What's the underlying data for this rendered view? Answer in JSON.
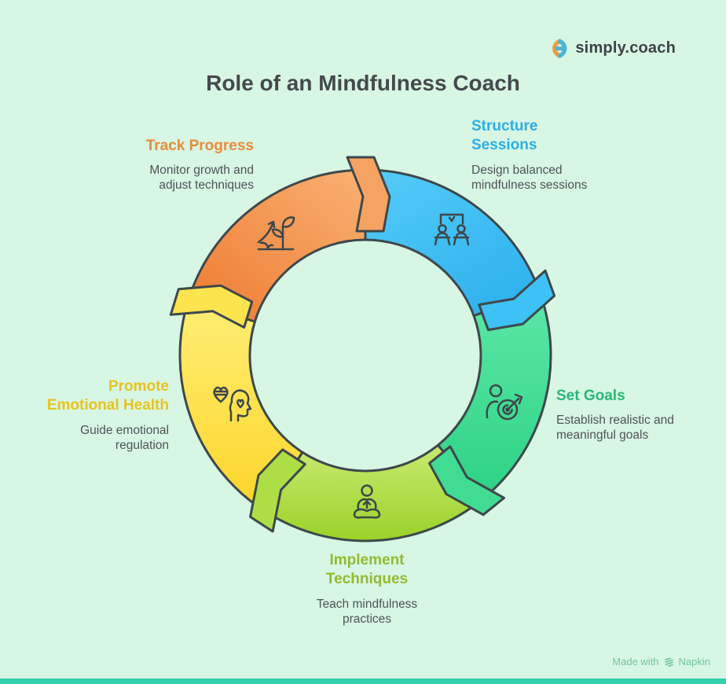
{
  "page": {
    "background_color": "#d7f6e4",
    "bottom_bar_color": "#35cfad",
    "outline_color": "#3e484b"
  },
  "brand": {
    "name": "simply.coach",
    "icon_colors": {
      "left": "#f59a43",
      "right": "#4ab5d8"
    }
  },
  "title": "Role of an Mindfulness Coach",
  "steps": [
    {
      "id": "track-progress",
      "label_lines": [
        "Track Progress"
      ],
      "desc_lines": [
        "Monitor growth and",
        "adjust techniques"
      ],
      "label_color": "#e78c3c",
      "segment_gradient": [
        "#ed7a30",
        "#f9b173"
      ],
      "tab_color": "#f4a362",
      "icon": "growth-icon"
    },
    {
      "id": "structure-sessions",
      "label_lines": [
        "Structure",
        "Sessions"
      ],
      "desc_lines": [
        "Design balanced",
        "mindfulness sessions"
      ],
      "label_color": "#2aafe9",
      "segment_gradient": [
        "#55ccf8",
        "#2fb2ee"
      ],
      "tab_color": "#3ec1f4",
      "icon": "group-session-icon"
    },
    {
      "id": "set-goals",
      "label_lines": [
        "Set Goals"
      ],
      "desc_lines": [
        "Establish realistic and",
        "meaningful goals"
      ],
      "label_color": "#2bb873",
      "segment_gradient": [
        "#5de7a7",
        "#2dd285"
      ],
      "tab_color": "#41dc94",
      "icon": "goal-target-icon"
    },
    {
      "id": "implement-techniques",
      "label_lines": [
        "Implement",
        "Techniques"
      ],
      "desc_lines": [
        "Teach mindfulness",
        "practices"
      ],
      "label_color": "#94ba30",
      "segment_gradient": [
        "#c8ea70",
        "#9bd228"
      ],
      "tab_color": "#aede45",
      "icon": "meditation-icon"
    },
    {
      "id": "promote-emotional-health",
      "label_lines": [
        "Promote",
        "Emotional Health"
      ],
      "desc_lines": [
        "Guide emotional",
        "regulation"
      ],
      "label_color": "#e9c31f",
      "segment_gradient": [
        "#feee75",
        "#fdd529"
      ],
      "tab_color": "#fbe44e",
      "icon": "heart-mind-icon"
    }
  ],
  "footer": {
    "made_with": "Made with",
    "brand": "Napkin"
  }
}
